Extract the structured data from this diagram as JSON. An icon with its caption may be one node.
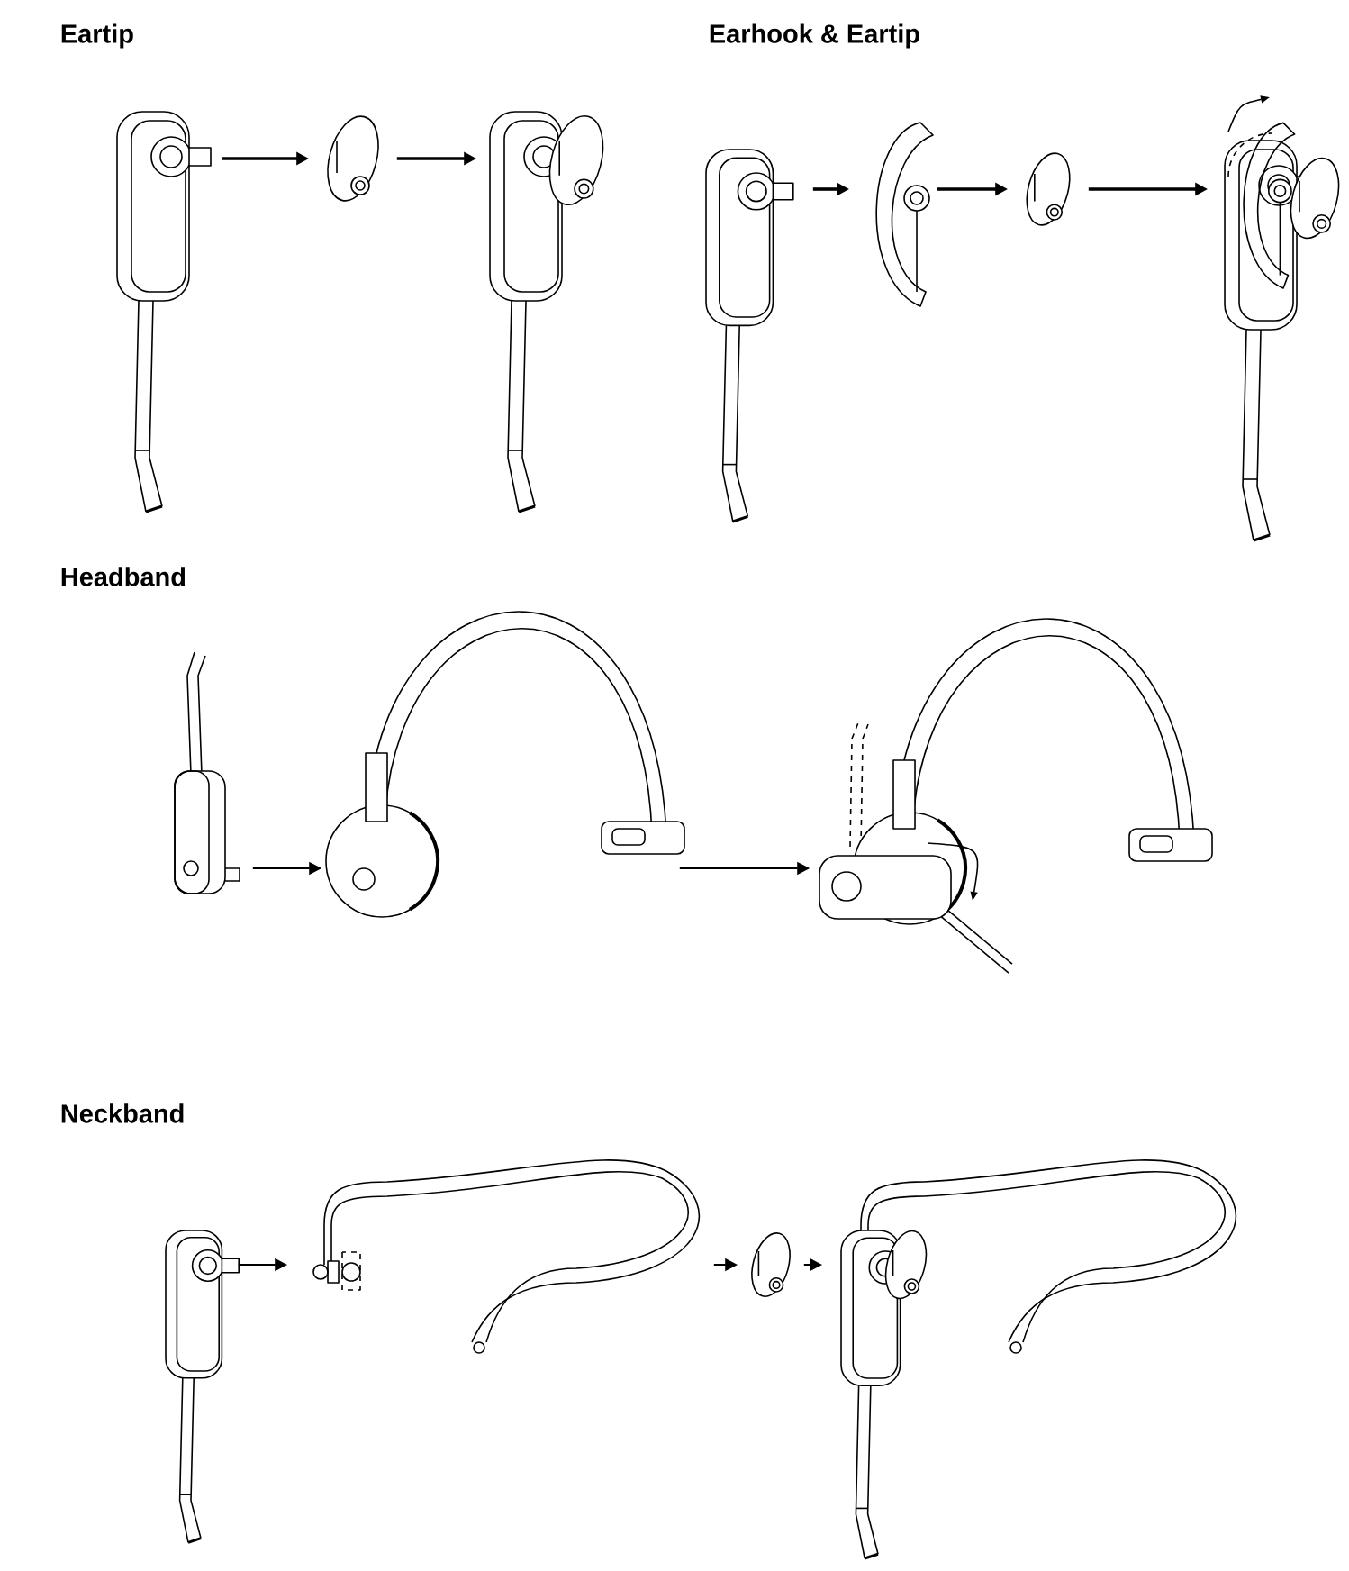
{
  "diagram": {
    "nodes": [
      {
        "text": [],
        "shape": "picture"
      },
      {
        "text": [],
        "shape": "picture"
      },
      {
        "text": [],
        "shape": "picture"
      },
      {
        "text": [],
        "shape": "picture"
      },
      {
        "text": [],
        "shape": "picture"
      },
      {
        "text": [],
        "shape": "picture"
      },
      {
        "text": [],
        "shape": "picture"
      },
      {
        "text": [],
        "shape": "picture"
      },
      {
        "text": [],
        "shape": "picture"
      },
      {
        "text": [],
        "shape": "picture"
      },
      {
        "text": [],
        "shape": "picture"
      },
      {
        "text": [],
        "shape": "picture"
      },
      {
        "text": [],
        "shape": "picture"
      },
      {
        "text": [],
        "shape": "picture"
      }
    ],
    "edges": [
      {
        "from": 0,
        "to": 1,
        "arrow": "to"
      },
      {
        "from": 1,
        "to": 2,
        "arrow": "to"
      },
      {
        "from": 3,
        "to": 4,
        "arrow": "to"
      },
      {
        "from": 4,
        "to": 5,
        "arrow": "to"
      },
      {
        "from": 5,
        "to": 6,
        "arrow": "to"
      },
      {
        "from": 7,
        "to": 8,
        "arrow": "to"
      },
      {
        "from": 8,
        "to": 9,
        "arrow": "to"
      },
      {
        "from": 10,
        "to": 11,
        "arrow": "to"
      },
      {
        "from": 11,
        "to": 12,
        "arrow": "to"
      },
      {
        "from": 12,
        "to": 13,
        "arrow": "to"
      }
    ],
    "labels": [
      "Eartip",
      "Earhook & Eartip",
      "Headband",
      "Neckband"
    ]
  }
}
